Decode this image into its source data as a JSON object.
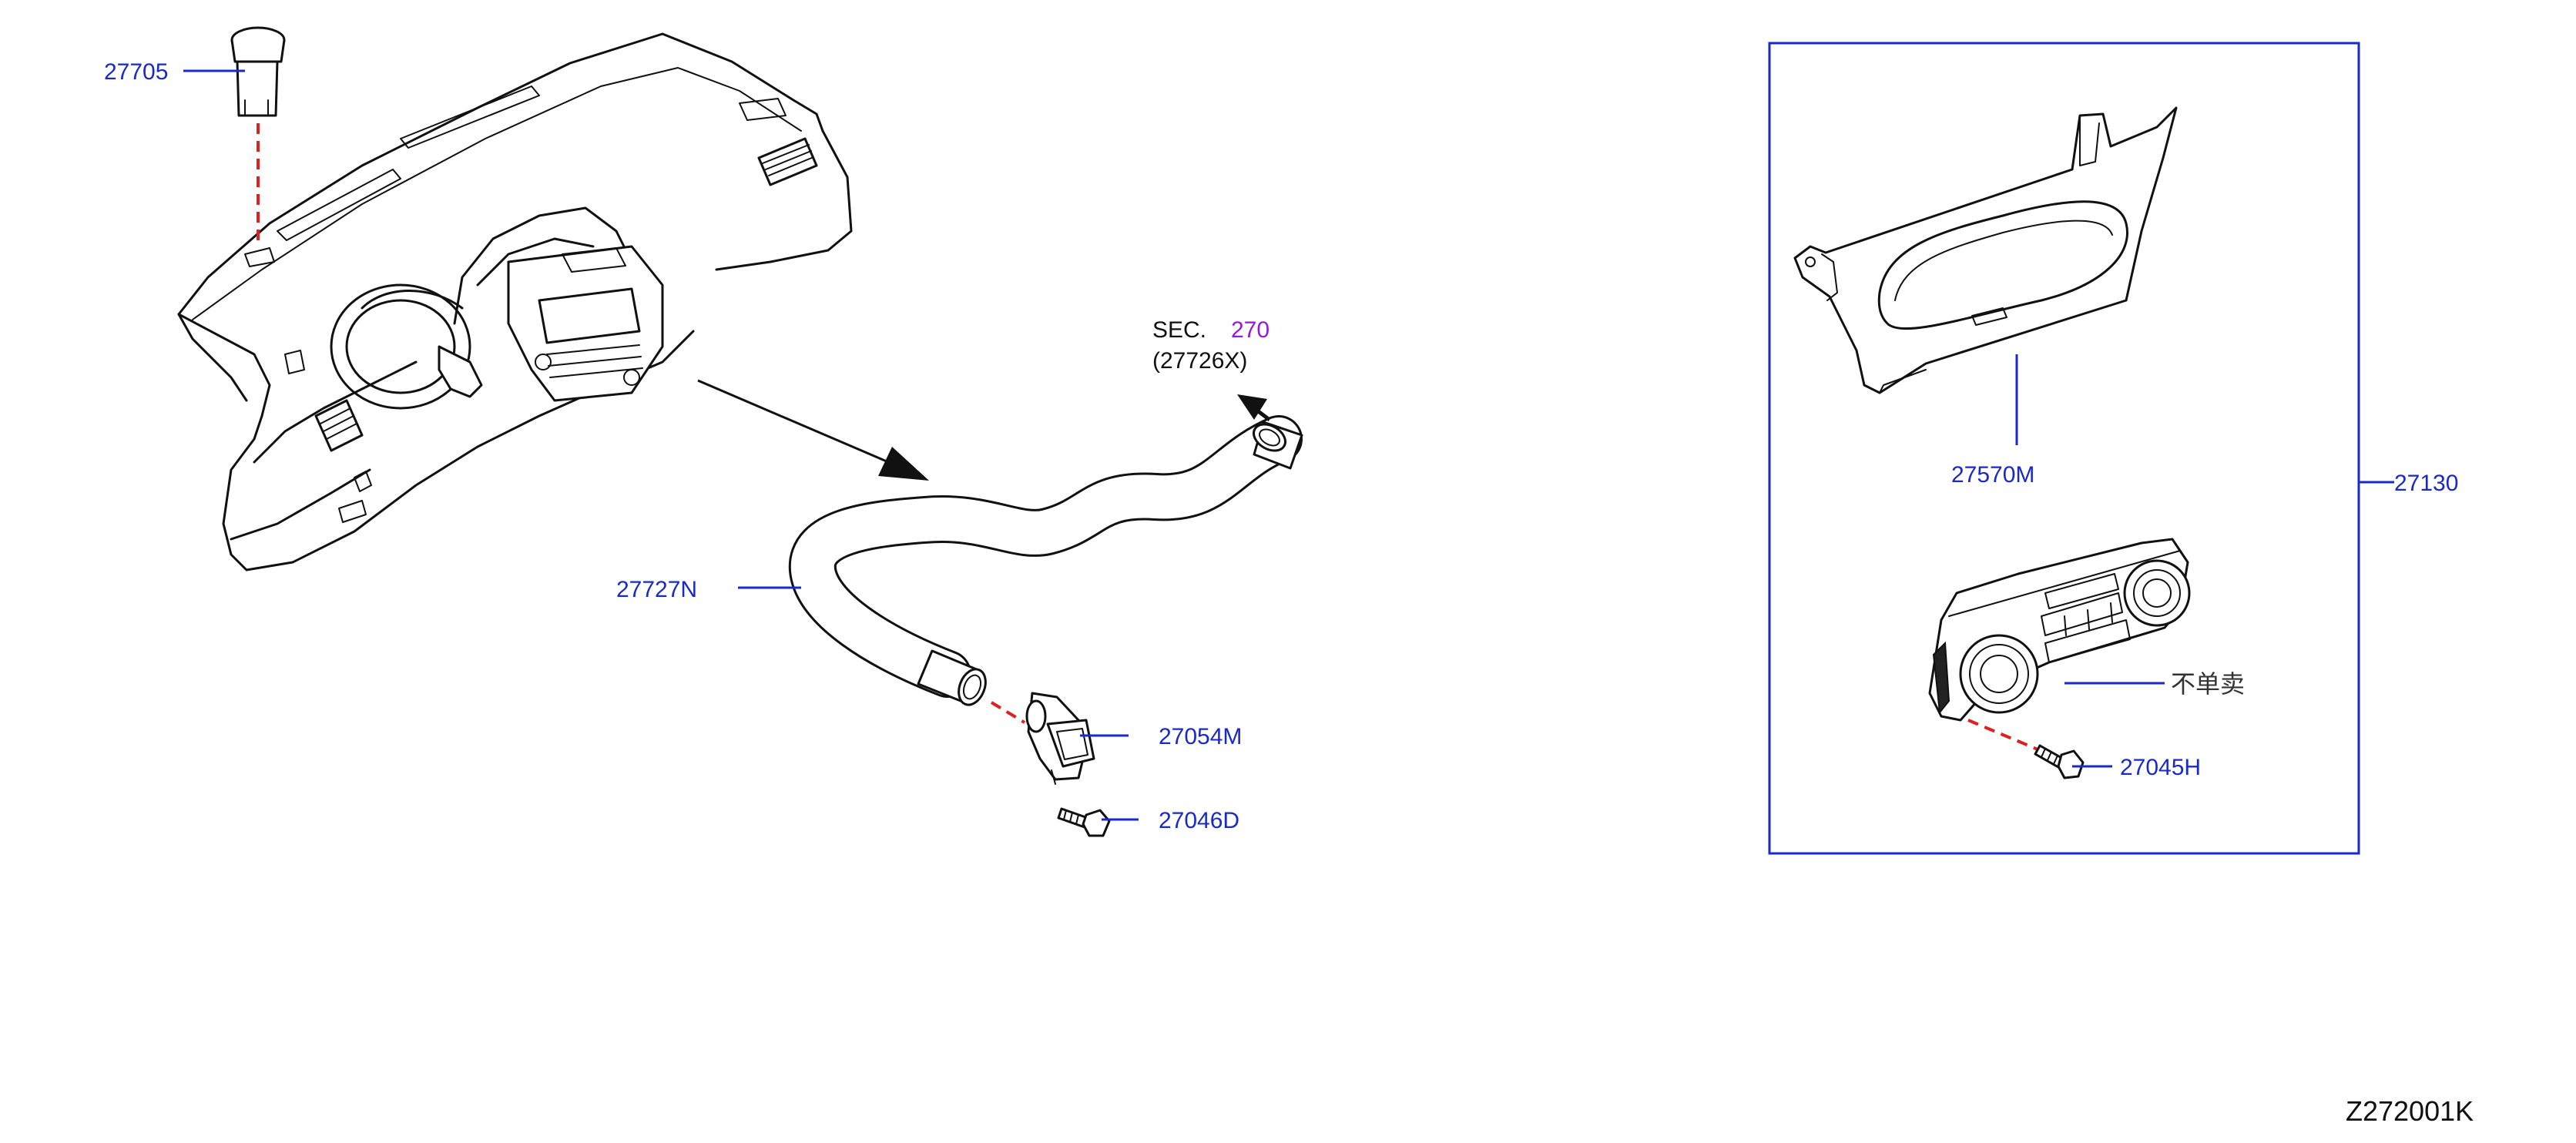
{
  "labels": {
    "clip_27705": "27705",
    "hose_27727n": "27727N",
    "sensor_27054m": "27054M",
    "screw_27046d": "27046D",
    "finisher_27570m": "27570M",
    "control_assy_27130": "27130",
    "not_sold_separately": "不单卖",
    "screw_27045h": "27045H"
  },
  "section_ref": {
    "prefix": "SEC.",
    "number": "270",
    "part": "(27726X)"
  },
  "diagram_code": "Z272001K",
  "colors": {
    "callout": "#1a2ac8",
    "section_link": "#9a18d8",
    "dashed_guide": "#e02020",
    "line_art": "#111111"
  }
}
